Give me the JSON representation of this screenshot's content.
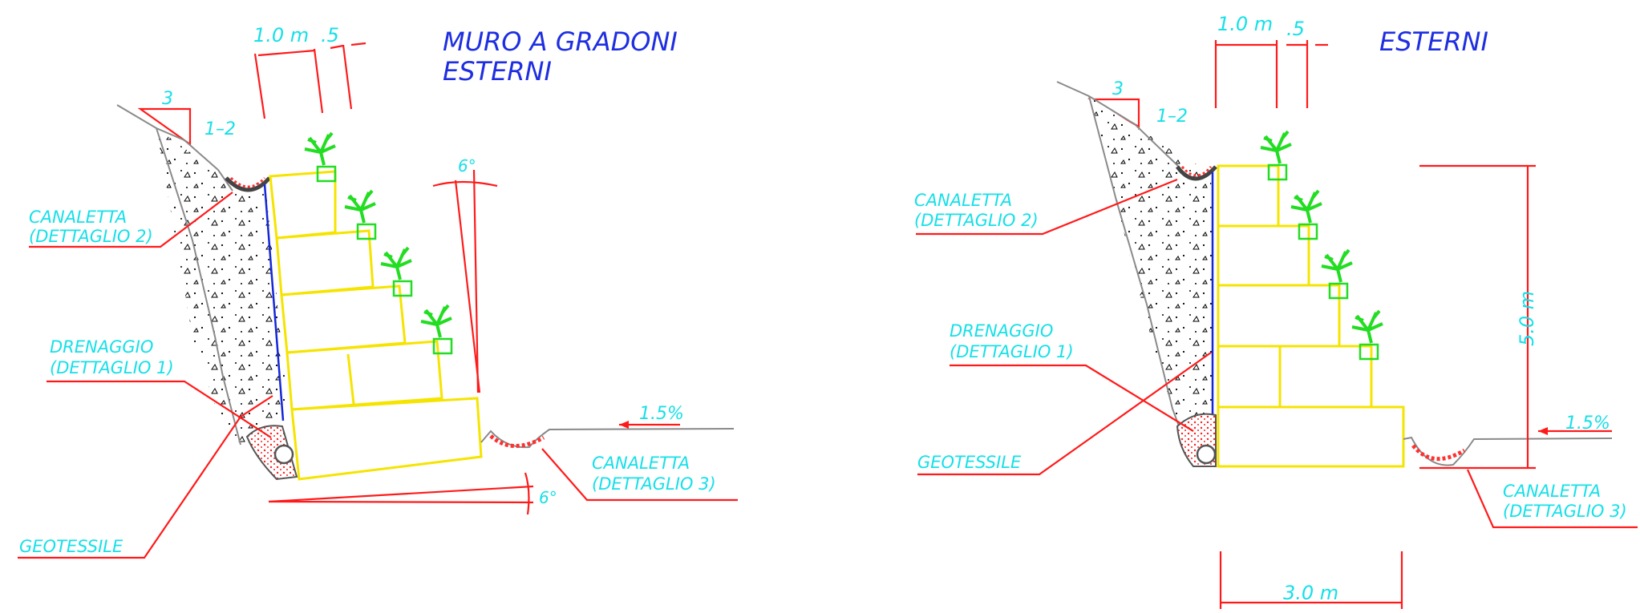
{
  "left": {
    "title_line1": "MURO A GRADONI",
    "title_line2": "ESTERNI",
    "dim_top_1": "1.0 m",
    "dim_top_2": ".5",
    "slope_3": "3",
    "slope_ratio": "1–2",
    "angle_top": "6°",
    "angle_bottom": "6°",
    "grade": "1.5%",
    "canaletta_2_line1": "CANALETTA",
    "canaletta_2_line2": "(DETTAGLIO  2)",
    "drenaggio_line1": "DRENAGGIO",
    "drenaggio_line2": "(DETTAGLIO  1)",
    "geotessile": "GEOTESSILE",
    "canaletta_3_line1": "CANALETTA",
    "canaletta_3_line2": "(DETTAGLIO  3)"
  },
  "right": {
    "title": "ESTERNI",
    "dim_top_1": "1.0 m",
    "dim_top_2": ".5",
    "slope_3": "3",
    "slope_ratio": "1–2",
    "height": "5.0 m",
    "grade": "1.5%",
    "base": "3.0 m",
    "canaletta_2_line1": "CANALETTA",
    "canaletta_2_line2": "(DETTAGLIO  2)",
    "drenaggio_line1": "DRENAGGIO",
    "drenaggio_line2": "(DETTAGLIO  1)",
    "geotessile": "GEOTESSILE",
    "canaletta_3_line1": "CANALETTA",
    "canaletta_3_line2": "(DETTAGLIO  3)"
  },
  "colors": {
    "leader": "#ff1a1a",
    "label": "#16e0e8",
    "title": "#1e2ee0",
    "gabion_outline": "#f5e400",
    "drain": "#1428d8",
    "vegetation": "#22dd22"
  }
}
